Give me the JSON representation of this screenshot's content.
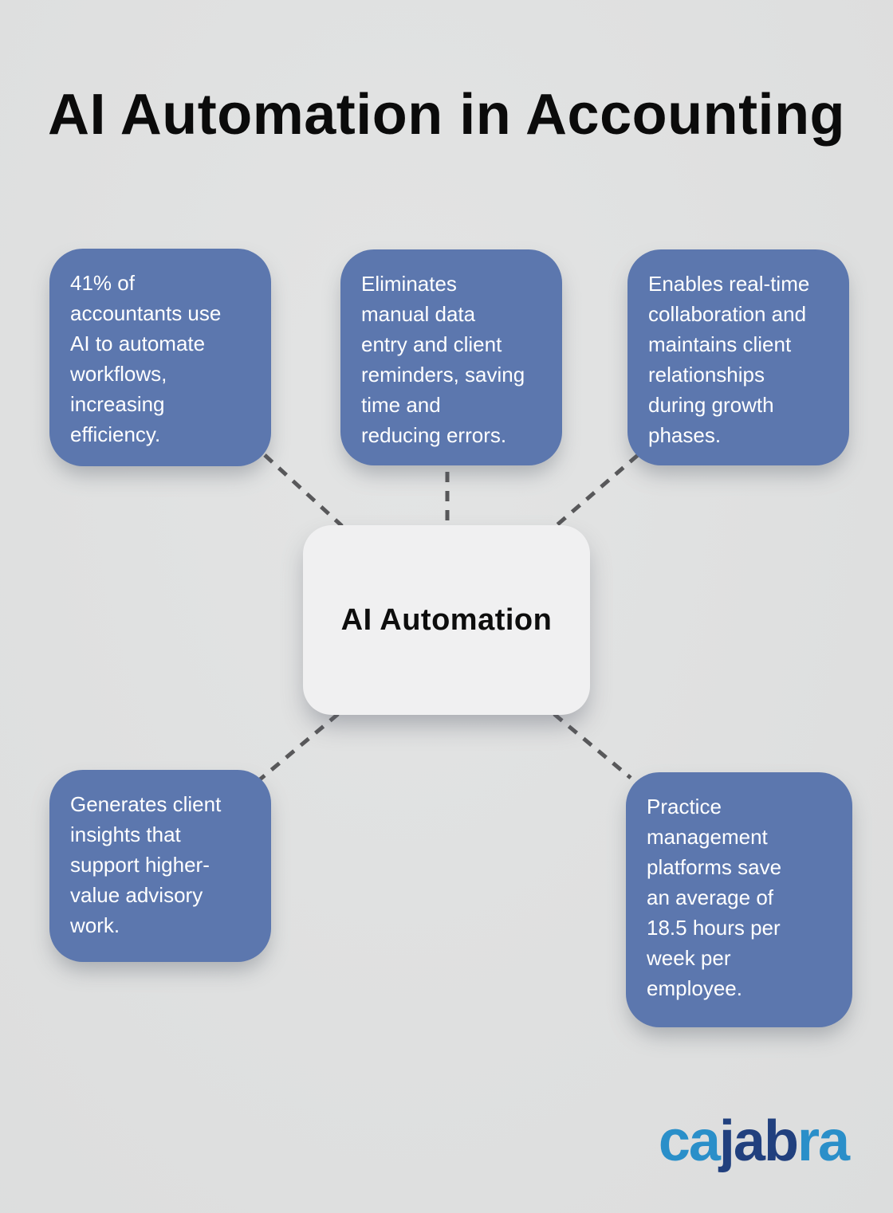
{
  "page": {
    "title": "AI Automation in Accounting",
    "background_color": "#dfe0e0"
  },
  "diagram": {
    "center_node": {
      "label": "AI Automation",
      "bg": "#f0f0f1",
      "text_color": "#0d0d0d"
    },
    "node_style": {
      "bg": "#5c77ae",
      "text_color": "#ffffff"
    },
    "connector_color": "#58585a",
    "nodes": [
      {
        "id": "top-left",
        "text": "41% of\naccountants use\nAI to automate\nworkflows,\nincreasing\nefficiency."
      },
      {
        "id": "top-center",
        "text": "Eliminates\nmanual data\nentry and client\nreminders, saving\ntime and\nreducing errors."
      },
      {
        "id": "top-right",
        "text": "Enables real-time\ncollaboration and\nmaintains client\nrelationships\nduring growth\nphases."
      },
      {
        "id": "bottom-left",
        "text": "Generates client\ninsights that\nsupport higher-\nvalue advisory\nwork."
      },
      {
        "id": "bottom-right",
        "text": "Practice\nmanagement\nplatforms save\nan average of\n18.5 hours per\nweek per\nemployee."
      }
    ]
  },
  "branding": {
    "logo": {
      "name": "cajabra",
      "segments": [
        {
          "text": "ca",
          "color": "#2a8fc9"
        },
        {
          "text": "jab",
          "color": "#21407e"
        },
        {
          "text": "ra",
          "color": "#2a8fc9"
        }
      ]
    }
  }
}
